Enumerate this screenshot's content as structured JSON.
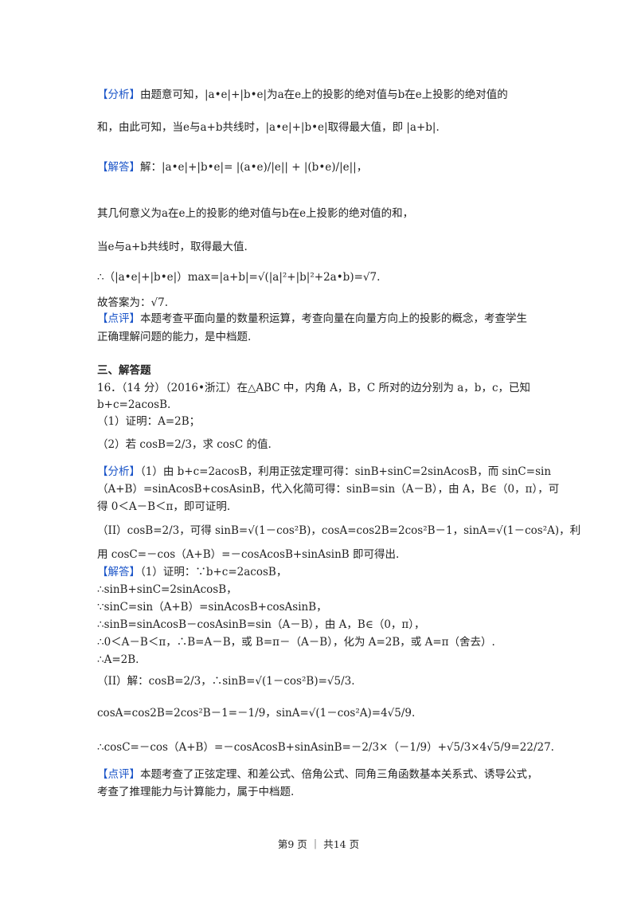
{
  "q15": {
    "analysis_tag": "【分析】",
    "analysis_l1": "由题意可知，|a•e|+|b•e|为a在e上的投影的绝对值与b在e上投影的绝对值的",
    "analysis_l2": "和，由此可知，当e与a+b共线时，|a•e|+|b•e|取得最大值，即 |a+b|.",
    "solution_tag": "【解答】",
    "solution_l1": "解：|a•e|+|b•e|= |(a•e)/|e|| + |(b•e)/|e||，",
    "solution_l2": "其几何意义为a在e上的投影的绝对值与b在e上投影的绝对值的和，",
    "solution_l3": "当e与a+b共线时，取得最大值.",
    "solution_l4": "∴（|a•e|+|b•e|）max=|a+b|=√(|a|²+|b|²+2a•b)=√7.",
    "answer": "故答案为：√7.",
    "comment_tag": "【点评】",
    "comment_l1": "本题考查平面向量的数量积运算，考查向量在向量方向上的投影的概念，考查学生",
    "comment_l2": "正确理解问题的能力，是中档题."
  },
  "section_title": "三、解答题",
  "q16": {
    "stem_l1": "16．（14 分）（2016•浙江）在△ABC 中，内角 A，B，C 所对的边分别为 a，b，c，已知",
    "stem_l2": "b+c=2acosB.",
    "part1": "（1）证明：A=2B；",
    "part2": "（2）若 cosB=2/3，求 cosC 的值.",
    "analysis_tag": "【分析】",
    "analysis_l1": "（1）由 b+c=2acosB，利用正弦定理可得：sinB+sinC=2sinAcosB，而 sinC=sin",
    "analysis_l2": "（A+B）=sinAcosB+cosAsinB，代入化简可得：sinB=sin（A－B），由 A，B∈（0，π），可",
    "analysis_l3": "得 0＜A－B＜π，即可证明.",
    "analysis_l4": "（II）cosB=2/3，可得 sinB=√(1－cos²B)，cosA=cos2B=2cos²B－1，sinA=√(1－cos²A)，利",
    "analysis_l5": "用 cosC=－cos（A+B）=－cosAcosB+sinAsinB 即可得出.",
    "solution_tag": "【解答】",
    "solution_l1": "（1）证明：∵b+c=2acosB，",
    "solution_l2": "∴sinB+sinC=2sinAcosB，",
    "solution_l3": "∵sinC=sin（A+B）=sinAcosB+cosAsinB，",
    "solution_l4": "∴sinB=sinAcosB－cosAsinB=sin（A－B），由 A，B∈（0，π），",
    "solution_l5": "∴0＜A－B＜π，∴B=A－B，或 B=π－（A－B），化为 A=2B，或 A=π（舍去）.",
    "solution_l6": "∴A=2B.",
    "solution_l7": "（II）解：cosB=2/3，∴sinB=√(1－cos²B)=√5/3.",
    "solution_l8": "cosA=cos2B=2cos²B－1=－1/9，sinA=√(1－cos²A)=4√5/9.",
    "solution_l9": "∴cosC=－cos（A+B）=－cosAcosB+sinAsinB=－2/3×（－1/9）+√5/3×4√5/9=22/27.",
    "comment_tag": "【点评】",
    "comment_l1": "本题考查了正弦定理、和差公式、倍角公式、同角三角函数基本关系式、诱导公式，",
    "comment_l2": "考查了推理能力与计算能力，属于中档题."
  },
  "footer": "第9 页 ｜ 共14 页"
}
